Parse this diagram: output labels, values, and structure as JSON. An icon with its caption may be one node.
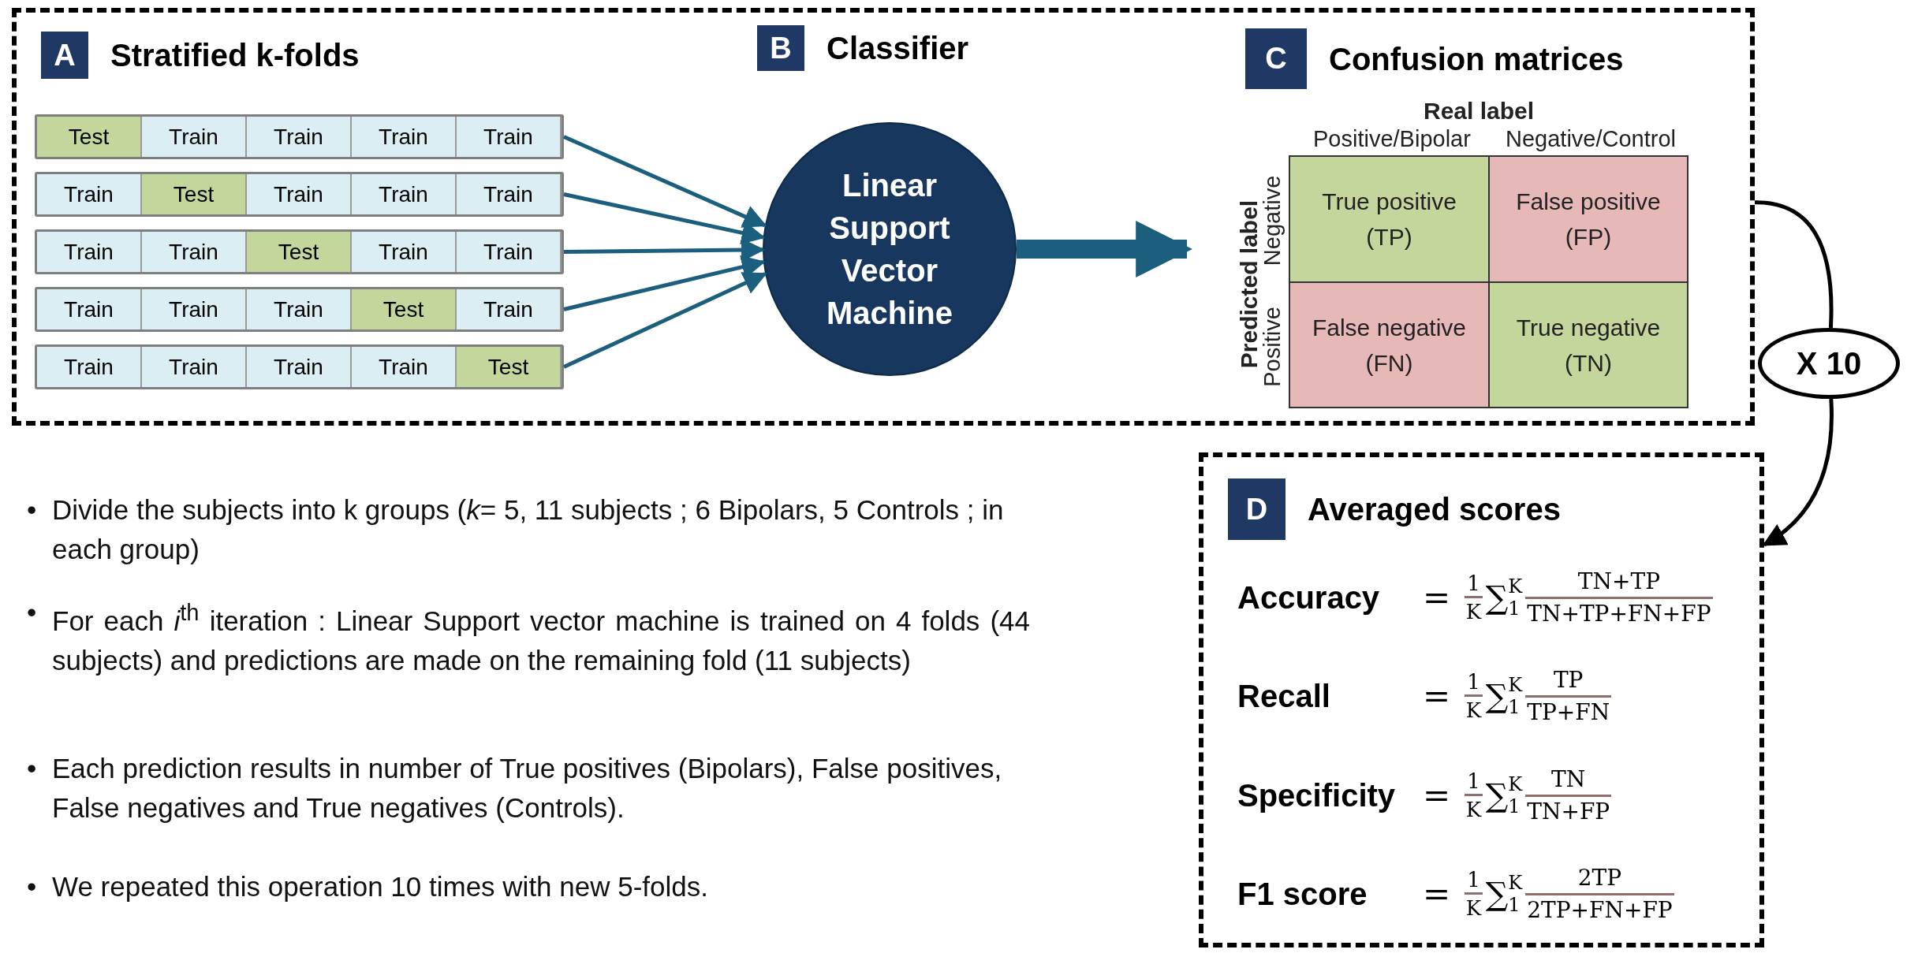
{
  "diagram": {
    "nodes": [
      {
        "text": [],
        "shape": "box"
      },
      {
        "text": [
          "A"
        ],
        "in": 0,
        "beside": [
          "Stratified k-folds"
        ]
      },
      {
        "text": [],
        "shape": "bar",
        "in": 0
      },
      {
        "text": [
          "Test"
        ],
        "in": 2
      },
      {
        "text": [
          "Train"
        ],
        "in": 2
      },
      {
        "text": [
          "Train"
        ],
        "in": 2
      },
      {
        "text": [
          "Train"
        ],
        "in": 2
      },
      {
        "text": [
          "Train"
        ],
        "in": 2
      },
      {
        "text": [],
        "shape": "bar",
        "in": 0
      },
      {
        "text": [
          "Train"
        ],
        "in": 8
      },
      {
        "text": [
          "Test"
        ],
        "in": 8
      },
      {
        "text": [
          "Train"
        ],
        "in": 8
      },
      {
        "text": [
          "Train"
        ],
        "in": 8
      },
      {
        "text": [
          "Train"
        ],
        "in": 8
      },
      {
        "text": [],
        "shape": "bar",
        "in": 0
      },
      {
        "text": [
          "Train"
        ],
        "in": 14
      },
      {
        "text": [
          "Train"
        ],
        "in": 14
      },
      {
        "text": [
          "Test"
        ],
        "in": 14
      },
      {
        "text": [
          "Train"
        ],
        "in": 14
      },
      {
        "text": [
          "Train"
        ],
        "in": 14
      },
      {
        "text": [],
        "shape": "bar",
        "in": 0
      },
      {
        "text": [
          "Train"
        ],
        "in": 20
      },
      {
        "text": [
          "Train"
        ],
        "in": 20
      },
      {
        "text": [
          "Train"
        ],
        "in": 20
      },
      {
        "text": [
          "Test"
        ],
        "in": 20
      },
      {
        "text": [
          "Train"
        ],
        "in": 20
      },
      {
        "text": [],
        "shape": "bar",
        "in": 0
      },
      {
        "text": [
          "Train"
        ],
        "in": 26
      },
      {
        "text": [
          "Train"
        ],
        "in": 26
      },
      {
        "text": [
          "Train"
        ],
        "in": 26
      },
      {
        "text": [
          "Train"
        ],
        "in": 26
      },
      {
        "text": [
          "Test"
        ],
        "in": 26
      },
      {
        "text": [
          "B"
        ],
        "in": 0,
        "beside": [
          "Classifier"
        ]
      },
      {
        "text": [
          "Linear Support Vector Machine"
        ],
        "in": 0
      },
      {
        "text": [
          "C"
        ],
        "in": 0,
        "beside": [
          "Confusion matrices"
        ]
      },
      {
        "text": [],
        "shape": "box",
        "in": 0
      },
      {
        "text": [
          "True positive (TP)"
        ],
        "in": 35
      },
      {
        "text": [
          "False positive (FP)"
        ],
        "in": 35
      },
      {
        "text": [
          "False negative (FN)"
        ],
        "in": 35
      },
      {
        "text": [
          "True negative (TN)"
        ],
        "in": 35
      },
      {
        "text": [
          "X 10"
        ]
      },
      {
        "text": [],
        "shape": "box"
      },
      {
        "text": [
          "D"
        ],
        "in": 41,
        "beside": [
          "Averaged scores"
        ]
      }
    ],
    "edges": [
      {
        "from": 2,
        "to": 33,
        "arrow": "to"
      },
      {
        "from": 8,
        "to": 33,
        "arrow": "to"
      },
      {
        "from": 14,
        "to": 33,
        "arrow": "to"
      },
      {
        "from": 20,
        "to": 33,
        "arrow": "to"
      },
      {
        "from": 26,
        "to": 33,
        "arrow": "to"
      },
      {
        "from": 33,
        "to": null,
        "arrow": "to",
        "style": "thick"
      },
      {
        "from": 0,
        "to": 40,
        "arrow": "none",
        "color": "#000000"
      },
      {
        "from": 40,
        "to": 41,
        "arrow": "to",
        "color": "#000000"
      }
    ],
    "labels": [
      "Real label",
      "Positive/Bipolar",
      "Negative/Control",
      "Predicted label",
      "Negative",
      "Positive",
      "•",
      "Divide the subjects into k groups (*k*= 5, 11 subjects ; 6 Bipolars, 5 Controls ; in each group)",
      "•",
      "For each *i*$^{th}$ iteration : Linear Support vector machine is trained on 4 folds (44 subjects) and predictions are made on the remaining fold (11 subjects)",
      "•",
      "Each prediction results in number of True positives (Bipolars), False positives, False negatives and True negatives (Controls).",
      "•",
      "We repeated this operation 10 times with new 5-folds.",
      "Accuracy",
      "=",
      "1",
      "K",
      "∑",
      "K",
      "1",
      "TN+TP",
      "TN+TP+FN+FP",
      "Recall",
      "=",
      "1",
      "K",
      "∑",
      "K",
      "1",
      "TP",
      "TP+FN",
      "Specificity",
      "=",
      "1",
      "K",
      "∑",
      "K",
      "1",
      "TN",
      "TN+FP",
      "F1 score",
      "=",
      "1",
      "K",
      "∑",
      "K",
      "1",
      "2TP",
      "2TP+FN+FP"
    ]
  }
}
